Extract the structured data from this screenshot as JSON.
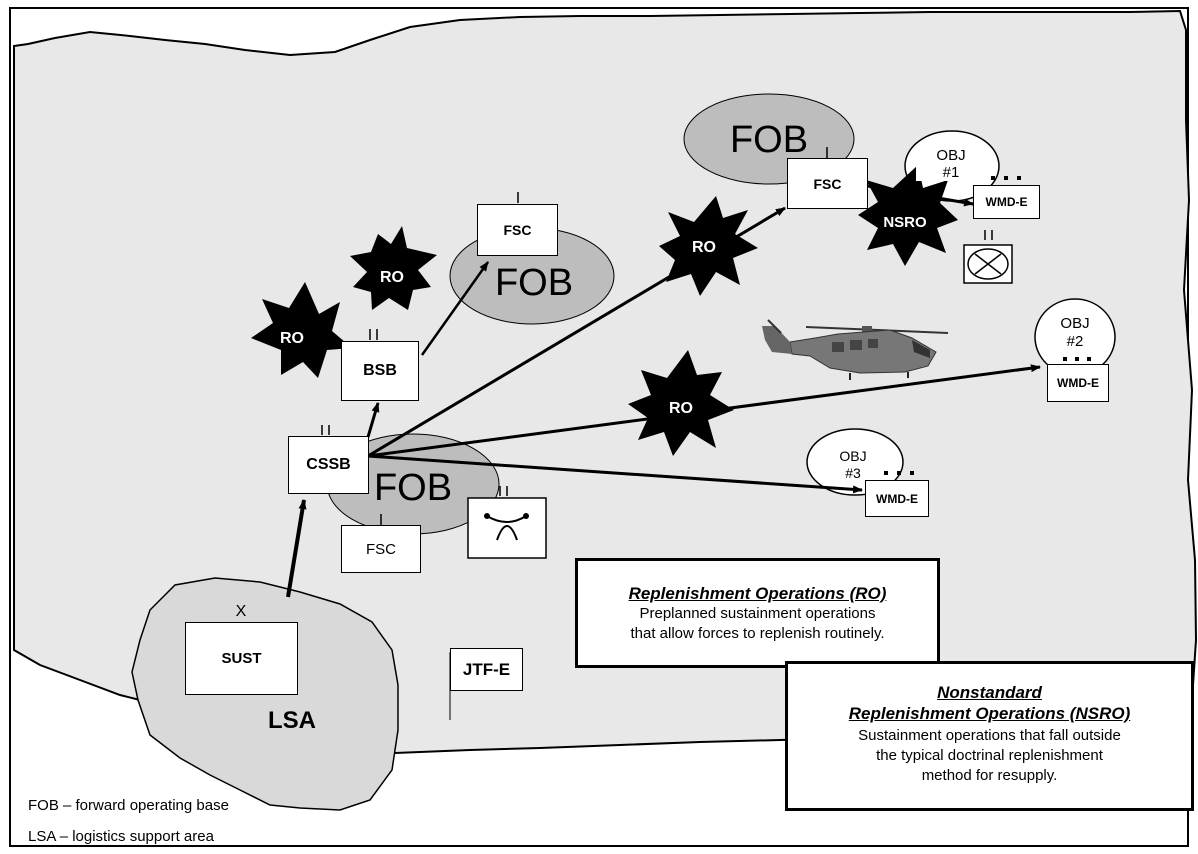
{
  "diagram": {
    "nodes": {
      "sust": "SUST",
      "lsa": "LSA",
      "cssb": "CSSB",
      "bsb": "BSB",
      "fsc_top": "FSC",
      "fsc_mid": "FSC",
      "fsc_bottom": "FSC",
      "fob_top": "FOB",
      "fob_mid": "FOB",
      "fob_bottom": "FOB",
      "jtf": "JTF-E",
      "wmd1": "WMD-E",
      "wmd2": "WMD-E",
      "wmd3": "WMD-E",
      "obj1": "OBJ\n#1",
      "obj2": "OBJ\n#2",
      "obj3": "OBJ\n#3"
    },
    "bursts": {
      "ro": "RO",
      "nsro": "NSRO"
    },
    "symbols": {
      "sust_echelon": "X",
      "unit_ticks": "II",
      "dots": "• • •"
    },
    "icons": [
      "helicopter-icon",
      "aviation-unit-icon",
      "cbrn-unit-icon",
      "flag-icon"
    ],
    "colors": {
      "land": "#e8e8e8",
      "fob": "#bdbdbd",
      "burst": "#000000"
    }
  },
  "callouts": {
    "ro": {
      "title": "Replenishment Operations (RO)",
      "line1": "Preplanned sustainment operations",
      "line2": "that allow  forces to replenish routinely."
    },
    "nsro": {
      "title1": "Nonstandard",
      "title2": "Replenishment Operations (NSRO)",
      "line1": "Sustainment operations that fall outside",
      "line2": "the typical doctrinal replenishment",
      "line3": "method for resupply."
    }
  },
  "legend": {
    "fob": "FOB – forward operating base",
    "lsa": "LSA – logistics support area"
  }
}
